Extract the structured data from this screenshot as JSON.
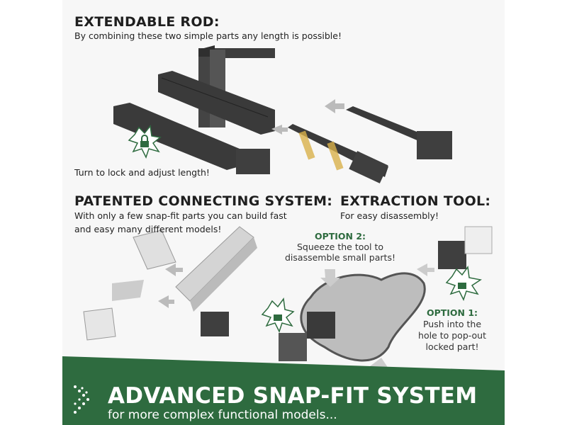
{
  "sections": {
    "rod": {
      "title": "EXTENDABLE ROD:",
      "subtitle": "By combining these two simple parts any length is possible!",
      "caption": "Turn to lock and adjust length!"
    },
    "connecting": {
      "title": "PATENTED CONNECTING SYSTEM:",
      "line1": "With only a few snap-fit parts you can build fast",
      "line2": "and easy many different models!"
    },
    "extraction": {
      "title": "EXTRACTION TOOL:",
      "subtitle": "For easy disassembly!"
    },
    "option2": {
      "label": "OPTION 2:",
      "line1": "Squeeze the tool to",
      "line2": "disassemble small parts!"
    },
    "option1": {
      "label": "OPTION 1:",
      "line1": "Push into the",
      "line2": "hole to pop-out",
      "line3": "locked part!"
    }
  },
  "banner": {
    "title": "ADVANCED SNAP-FIT SYSTEM",
    "subtitle": "for more complex functional models..."
  },
  "colors": {
    "accent": "#2e6b3f",
    "part_dark": "#3d3d3d",
    "part_light": "#d9d9d9",
    "highlight": "#d8b04a"
  },
  "icons": [
    "lock-icon",
    "unlock-icon",
    "arrow-icon",
    "dots-chevron-icon"
  ]
}
